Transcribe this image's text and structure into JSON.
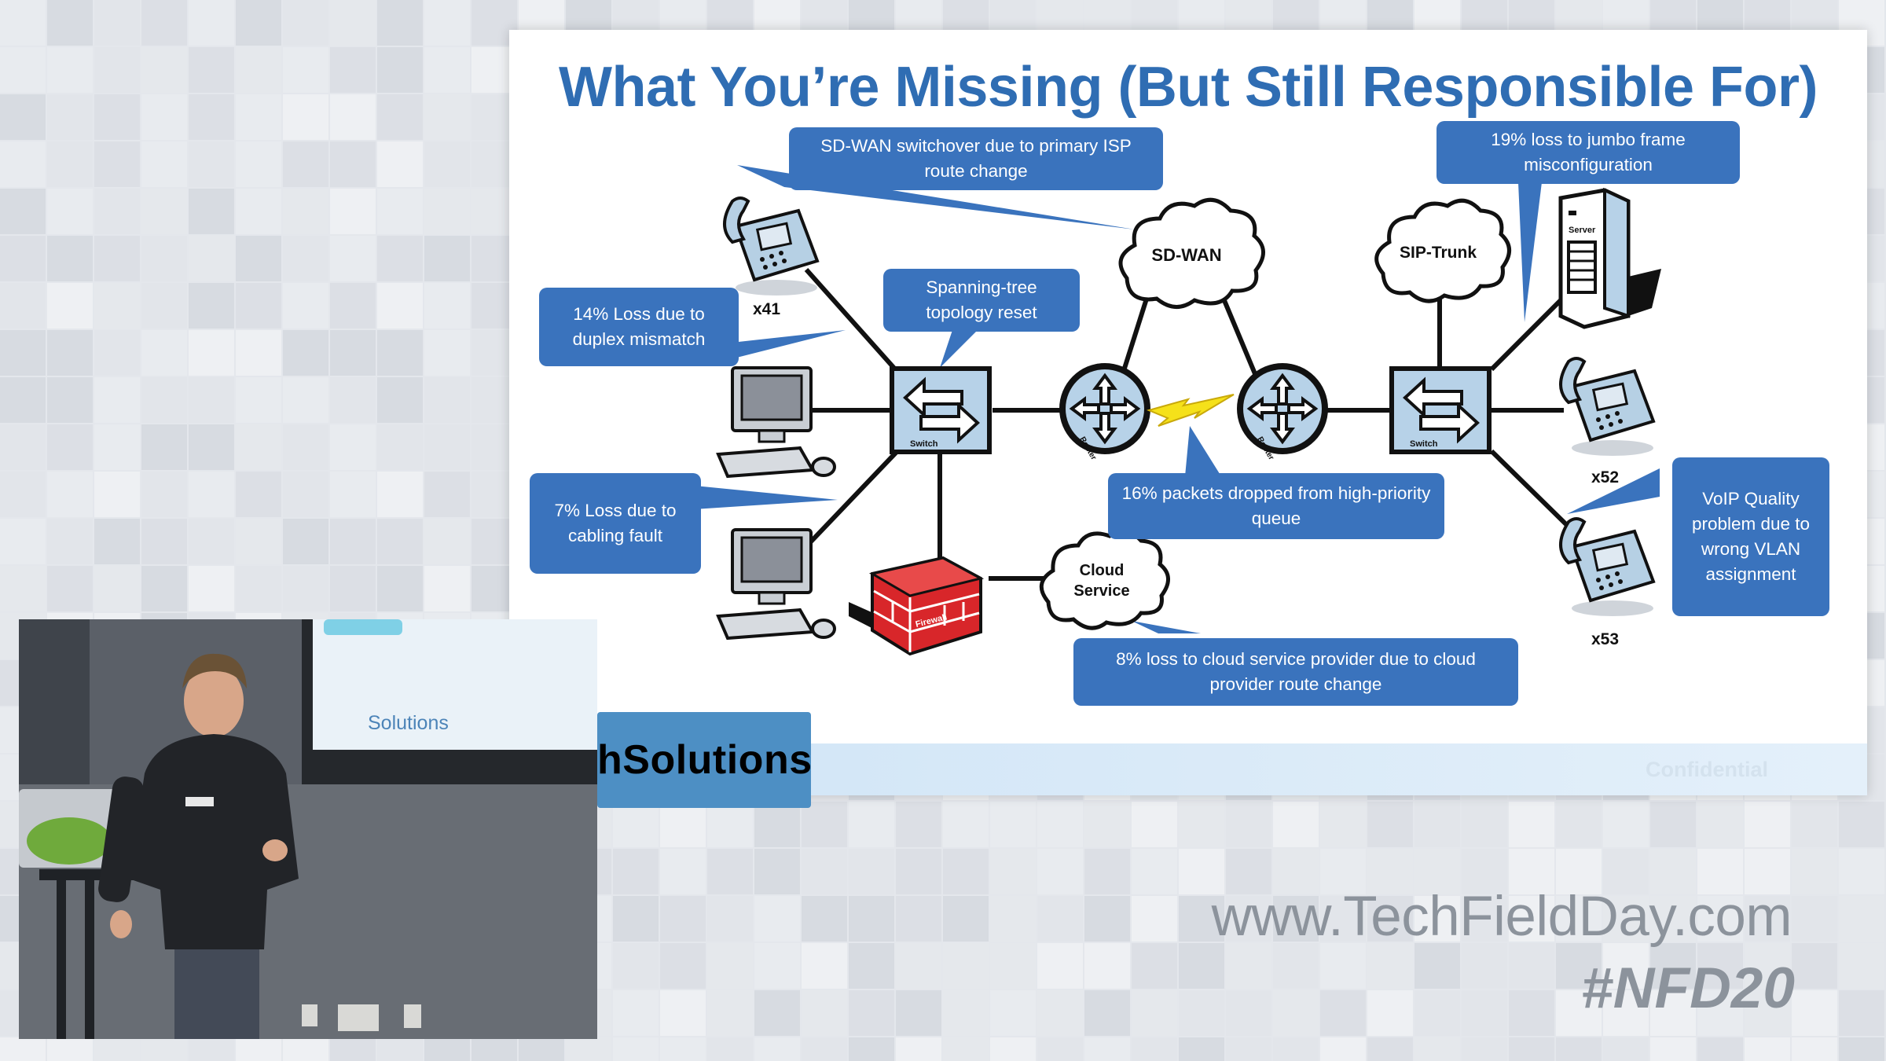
{
  "slide": {
    "title": "What You’re Missing (But Still Responsible For)",
    "confidential": "Confidential",
    "logo_text": "hSolutions"
  },
  "callouts": {
    "sdwan_switchover": "SD-WAN switchover due to primary ISP route change",
    "jumbo_frame": "19% loss to jumbo frame misconfiguration",
    "duplex": "14% Loss due to duplex mismatch",
    "spanning_tree": "Spanning-tree topology reset",
    "cabling": "7% Loss due to cabling fault",
    "priority_queue": "16% packets dropped from high-priority queue",
    "voip_vlan": "VoIP Quality problem due to wrong VLAN assignment",
    "cloud_route": "8% loss to cloud service provider due to cloud provider route change"
  },
  "counts": {
    "phones_left": "x41",
    "phones_right_top": "x52",
    "phones_right_bottom": "x53"
  },
  "devices": {
    "sdwan_cloud": "SD-WAN",
    "sip_cloud": "SIP-Trunk",
    "cloud_service_line1": "Cloud",
    "cloud_service_line2": "Service",
    "switch_label": "Switch",
    "router_label": "Router",
    "server_label": "Server",
    "firewall_label": "Firewall"
  },
  "video": {
    "solutions_text": "Solutions"
  },
  "watermark": {
    "url": "www.TechFieldDay.com",
    "hashtag": "#NFD20"
  },
  "colors": {
    "title": "#2f6db3",
    "callout": "#3a73bd",
    "firewall": "#d8262a"
  }
}
